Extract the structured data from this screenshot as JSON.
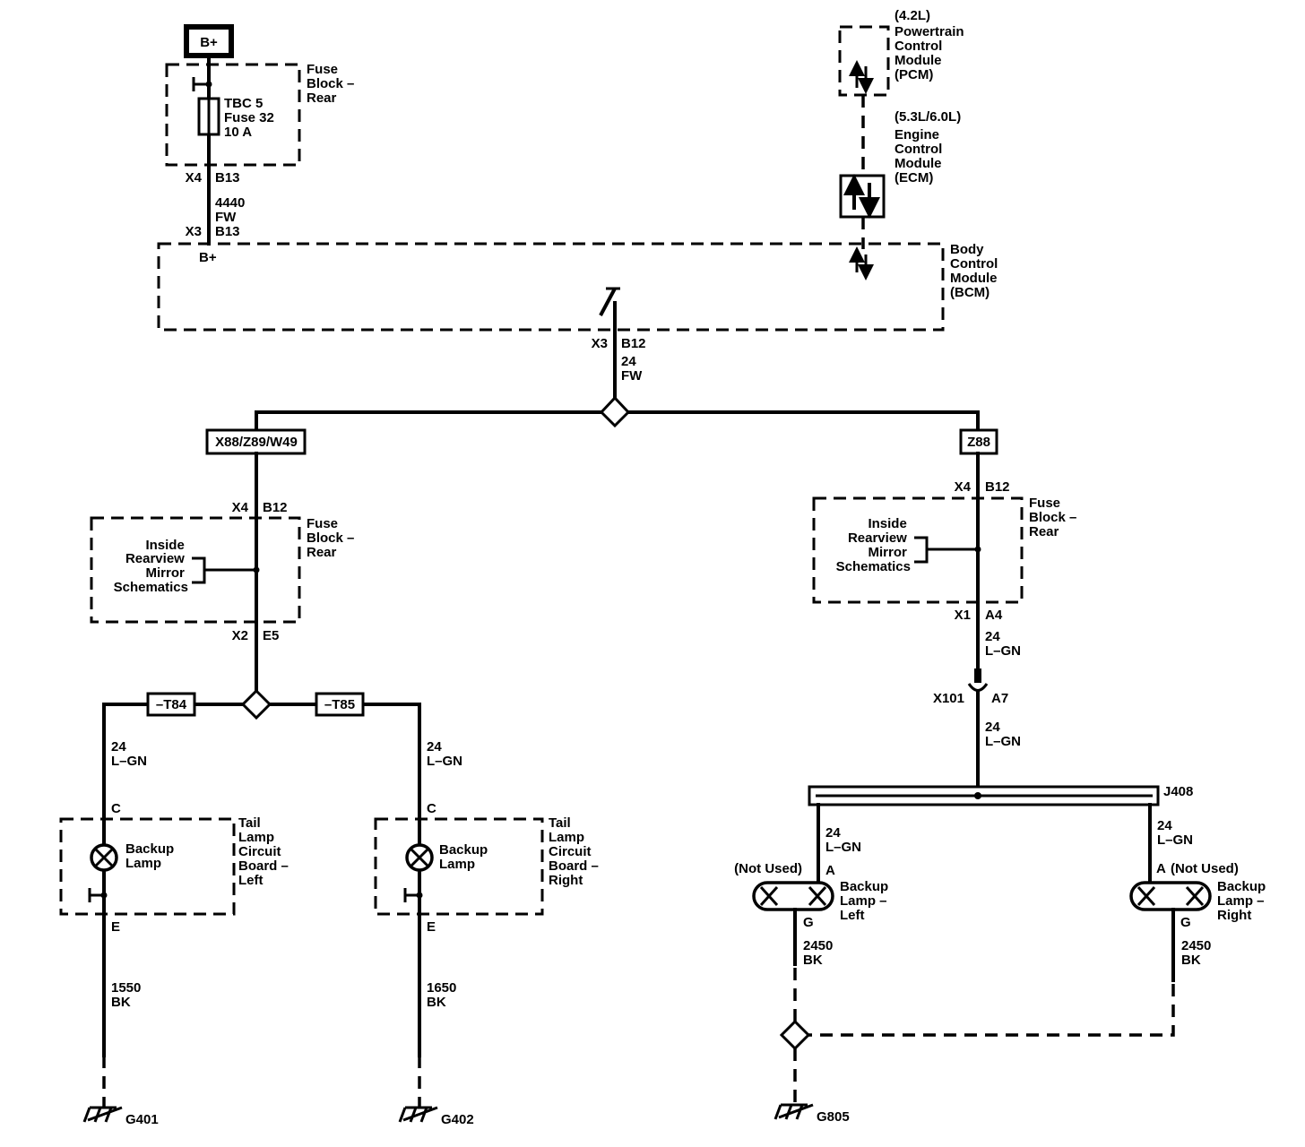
{
  "supply": {
    "source_label": "B+",
    "fuse_block_top": [
      "Fuse",
      "Block –",
      "Rear"
    ],
    "fuse_lines": [
      "TBC 5",
      "Fuse 32",
      "10 A"
    ],
    "fuse_out_conn": "X4",
    "fuse_out_pin": "B13",
    "wire_circuit": "4440",
    "wire_color": "FW",
    "bcm_in_conn": "X3",
    "bcm_in_pin": "B13",
    "bcm_in_label": "B+"
  },
  "modules": {
    "pcm_variant": "(4.2L)",
    "pcm_lines": [
      "Powertrain",
      "Control",
      "Module",
      "(PCM)"
    ],
    "ecm_variant": "(5.3L/6.0L)",
    "ecm_lines": [
      "Engine",
      "Control",
      "Module",
      "(ECM)"
    ],
    "bcm_lines": [
      "Body",
      "Control",
      "Module",
      "(BCM)"
    ]
  },
  "bcm_output": {
    "conn": "X3",
    "pin": "B12",
    "wire_circuit": "24",
    "wire_color": "FW"
  },
  "left_branch": {
    "option_code": "X88/Z89/W49",
    "fb_in_conn": "X4",
    "fb_in_pin": "B12",
    "fb_label": [
      "Fuse",
      "Block –",
      "Rear"
    ],
    "mirror_ref": [
      "Inside",
      "Rearview",
      "Mirror",
      "Schematics"
    ],
    "fb_out_conn": "X2",
    "fb_out_pin": "E5",
    "trailer_left_option": "–T84",
    "trailer_right_option": "–T85"
  },
  "tail_left": {
    "wire_circuit": "24",
    "wire_color": "L–GN",
    "pin_in": "C",
    "lamp_label": [
      "Backup",
      "Lamp"
    ],
    "board_label": [
      "Tail",
      "Lamp",
      "Circuit",
      "Board –",
      "Left"
    ],
    "pin_out": "E",
    "ground_circuit": "1550",
    "ground_color": "BK",
    "ground": "G401"
  },
  "tail_right": {
    "wire_circuit": "24",
    "wire_color": "L–GN",
    "pin_in": "C",
    "lamp_label": [
      "Backup",
      "Lamp"
    ],
    "board_label": [
      "Tail",
      "Lamp",
      "Circuit",
      "Board –",
      "Right"
    ],
    "pin_out": "E",
    "ground_circuit": "1650",
    "ground_color": "BK",
    "ground": "G402"
  },
  "right_branch": {
    "option_code": "Z88",
    "fb_in_conn": "X4",
    "fb_in_pin": "B12",
    "fb_label": [
      "Fuse",
      "Block –",
      "Rear"
    ],
    "mirror_ref": [
      "Inside",
      "Rearview",
      "Mirror",
      "Schematics"
    ],
    "fb_out_conn": "X1",
    "fb_out_pin": "A4",
    "wire1_circuit": "24",
    "wire1_color": "L–GN",
    "inline_conn": "X101",
    "inline_pin": "A7",
    "wire2_circuit": "24",
    "wire2_color": "L–GN",
    "splice": "J408"
  },
  "backup_left": {
    "wire_circuit": "24",
    "wire_color": "L–GN",
    "not_used": "(Not Used)",
    "pin_a": "A",
    "lamp_label": [
      "Backup",
      "Lamp –",
      "Left"
    ],
    "pin_g": "G",
    "ground_circuit": "2450",
    "ground_color": "BK"
  },
  "backup_right": {
    "wire_circuit": "24",
    "wire_color": "L–GN",
    "not_used": "(Not Used)",
    "pin_a": "A",
    "lamp_label": [
      "Backup",
      "Lamp –",
      "Right"
    ],
    "pin_g": "G",
    "ground_circuit": "2450",
    "ground_color": "BK"
  },
  "ground_right": "G805"
}
